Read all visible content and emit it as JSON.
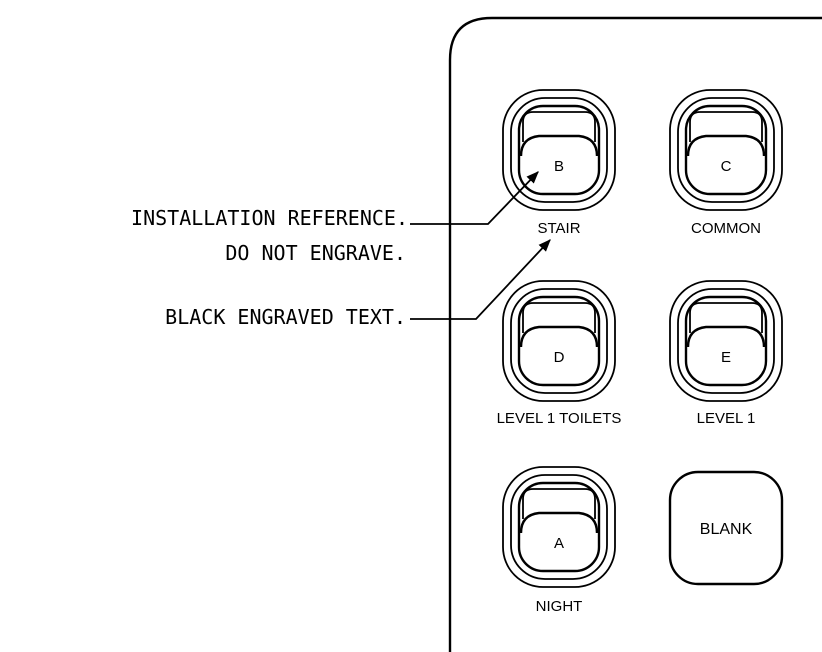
{
  "annotations": {
    "installation_reference_line1": "INSTALLATION REFERENCE.",
    "installation_reference_line2": "DO NOT ENGRAVE.",
    "black_engraved_text": "BLACK ENGRAVED TEXT."
  },
  "switches": [
    {
      "key": "B",
      "label": "STAIR"
    },
    {
      "key": "C",
      "label": "COMMON"
    },
    {
      "key": "D",
      "label": "LEVEL 1 TOILETS"
    },
    {
      "key": "E",
      "label": "LEVEL 1"
    },
    {
      "key": "A",
      "label": "NIGHT"
    }
  ],
  "blank_button": {
    "label": "BLANK"
  }
}
